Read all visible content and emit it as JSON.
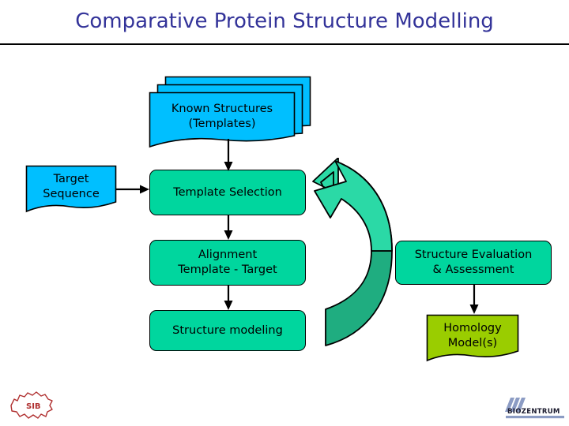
{
  "slide": {
    "title": "Comparative Protein Structure Modelling",
    "title_color": "#333399",
    "background": "#ffffff"
  },
  "palette": {
    "cyan_box": "#00BFFF",
    "green_box": "#00D69E",
    "green_arrow_light": "#2BD9A6",
    "green_arrow_dark": "#1FAD80",
    "yellow_green_box": "#9ACD00",
    "outline": "#000000",
    "sib_red": "#B03030",
    "biozentrum_blue": "#8C9CC4"
  },
  "diagram": {
    "type": "flowchart",
    "nodes": [
      {
        "id": "known-structures",
        "label": "Known Structures\n(Templates)",
        "shape": "stacked-document",
        "fill": "#00BFFF",
        "stack_count": 3
      },
      {
        "id": "target-sequence",
        "label": "Target\nSequence",
        "shape": "document",
        "fill": "#00BFFF"
      },
      {
        "id": "template-selection",
        "label": "Template Selection",
        "shape": "rounded-rect",
        "fill": "#00D69E"
      },
      {
        "id": "alignment",
        "label": "Alignment\nTemplate - Target",
        "shape": "rounded-rect",
        "fill": "#00D69E"
      },
      {
        "id": "structure-modeling",
        "label": "Structure modeling",
        "shape": "rounded-rect",
        "fill": "#00D69E"
      },
      {
        "id": "structure-evaluation",
        "label": "Structure Evaluation\n& Assessment",
        "shape": "rounded-rect",
        "fill": "#00D69E"
      },
      {
        "id": "homology-models",
        "label": "Homology\nModel(s)",
        "shape": "document",
        "fill": "#9ACD00"
      }
    ],
    "edges": [
      {
        "from": "known-structures",
        "to": "template-selection",
        "style": "arrow-down"
      },
      {
        "from": "target-sequence",
        "to": "template-selection",
        "style": "arrow-right"
      },
      {
        "from": "template-selection",
        "to": "alignment",
        "style": "arrow-down"
      },
      {
        "from": "alignment",
        "to": "structure-modeling",
        "style": "arrow-down"
      },
      {
        "from": "structure-modeling",
        "to": "template-selection",
        "style": "curved-feedback-arrow"
      },
      {
        "from": "structure-evaluation",
        "to": "homology-models",
        "style": "arrow-down"
      }
    ]
  },
  "logos": {
    "sib": {
      "text": "SIB",
      "description": "swiss-map-outline"
    },
    "biozentrum": {
      "text": "BIOZENTRUM",
      "description": "slanted-bars"
    }
  }
}
